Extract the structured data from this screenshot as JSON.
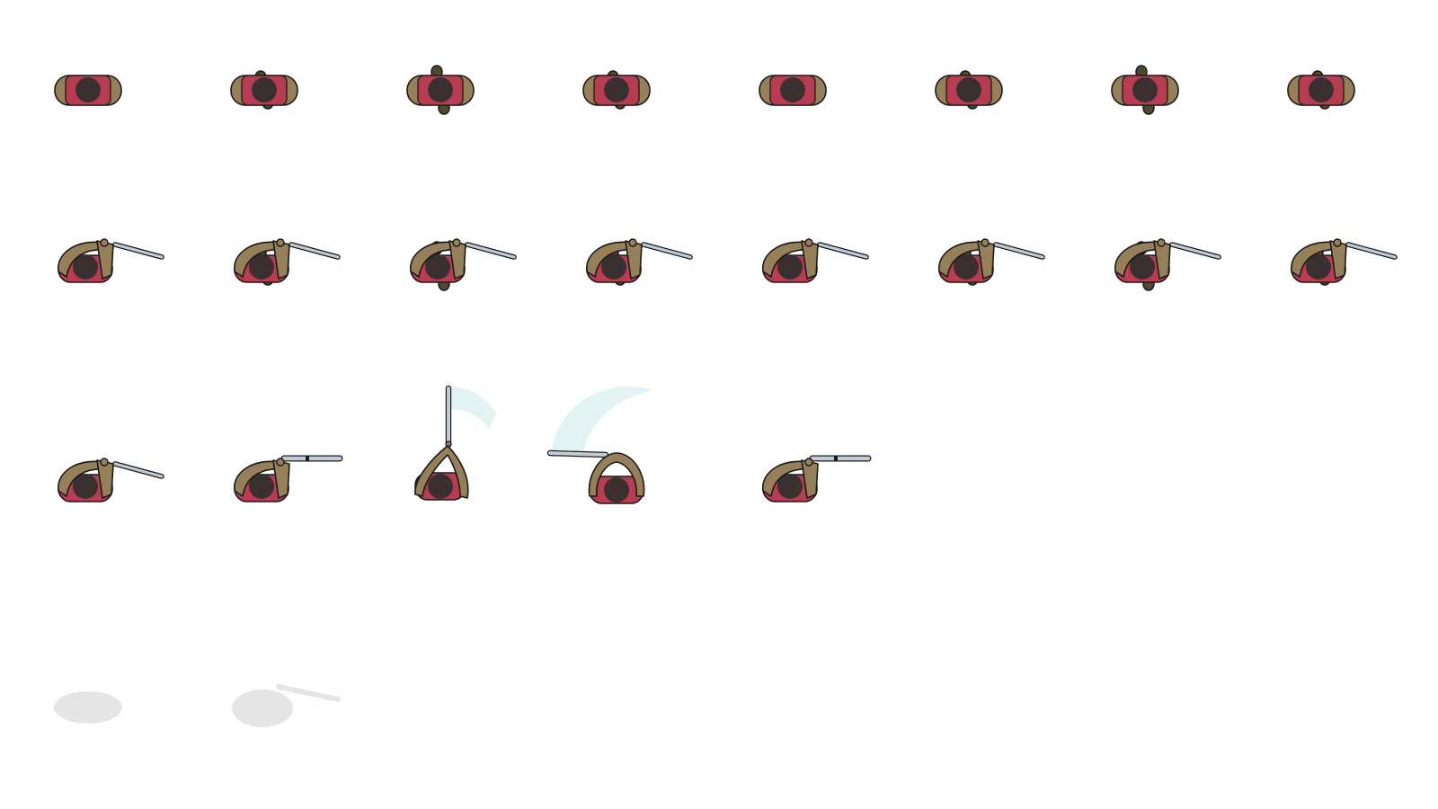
{
  "sprite_sheet": {
    "background": "#ffffff",
    "palette": {
      "outline": "#1a1a1a",
      "arm": "#96805a",
      "shirt": "#b83c52",
      "head": "#3a3030",
      "boots": "#4f4a2e",
      "blade": "#c2ccd6",
      "slash": "#e3f2f3",
      "shadow": "#e5e5e5"
    },
    "rows": [
      {
        "name": "walk",
        "frames": [
          {
            "pose": "idle",
            "feet": 0
          },
          {
            "pose": "walk",
            "feet": 1
          },
          {
            "pose": "walk",
            "feet": 2
          },
          {
            "pose": "walk",
            "feet": 1
          },
          {
            "pose": "idle",
            "feet": 0
          },
          {
            "pose": "walk",
            "feet": 1
          },
          {
            "pose": "walk",
            "feet": 2
          },
          {
            "pose": "walk",
            "feet": 1
          }
        ]
      },
      {
        "name": "walk-armed",
        "frames": [
          {
            "pose": "armed",
            "feet": 0
          },
          {
            "pose": "armed",
            "feet": 1
          },
          {
            "pose": "armed",
            "feet": 2
          },
          {
            "pose": "armed",
            "feet": 1
          },
          {
            "pose": "armed",
            "feet": 0
          },
          {
            "pose": "armed",
            "feet": 1
          },
          {
            "pose": "armed",
            "feet": 2
          },
          {
            "pose": "armed",
            "feet": 1
          }
        ]
      },
      {
        "name": "attack",
        "frames": [
          {
            "pose": "armed",
            "feet": 0
          },
          {
            "pose": "guard",
            "feet": 0
          },
          {
            "pose": "swing-up",
            "feet": 0
          },
          {
            "pose": "swing-left",
            "feet": 0
          },
          {
            "pose": "guard",
            "feet": 0
          }
        ]
      },
      {
        "name": "shadow",
        "frames": [
          {
            "pose": "shadow-idle",
            "feet": 0
          },
          {
            "pose": "shadow-armed",
            "feet": 0
          }
        ]
      }
    ]
  }
}
